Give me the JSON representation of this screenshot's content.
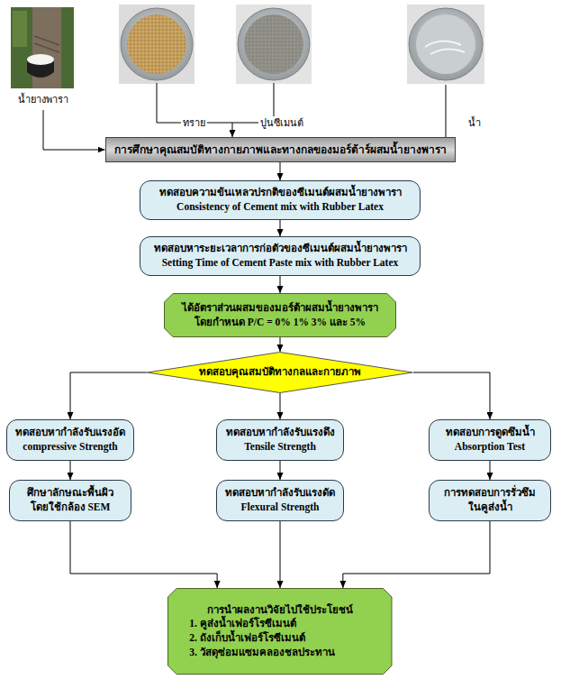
{
  "diagram": {
    "nodes": [
      {
        "text": [
          "การศึกษาคุณสมบัติทางกายภาพและทางกลของมอร์ต้าร์ผสมน้ำยางพารา"
        ]
      },
      {
        "text": [
          "ทดสอบความข้นเหลวปรกติของซีเมนต์ผสมน้ำยางพารา",
          "Consistency of Cement mix with Rubber Latex"
        ]
      },
      {
        "text": [
          "ทดสอบหาระยะเวลาการก่อตัวของซีเมนต์ผสมน้ำยางพารา",
          "Setting Time of Cement Paste mix with Rubber Latex"
        ]
      },
      {
        "text": [
          "ได้อัตราส่วนผสมของมอร์ต้าผสมน้ำยางพารา",
          "โดยกำหนด P/C = 0% 1% 3% และ 5%"
        ]
      },
      {
        "text": [
          "ทดสอบคุณสมบัติทางกลและกายภาพ"
        ]
      },
      {
        "text": [
          "ทดสอบหากำลังรับแรงอัด",
          "compressive Strength"
        ]
      },
      {
        "text": [
          "ทดสอบหากำลังรับแรงดึง",
          "Tensile Strength"
        ]
      },
      {
        "text": [
          "ทดสอบการดูดซึมน้ำ",
          "Absorption Test"
        ]
      },
      {
        "text": [
          "ศึกษาลักษณะพื้นผิว",
          "โดยใช้กล้อง SEM"
        ]
      },
      {
        "text": [
          "ทดสอบหากำลังรับแรงดัด",
          "Flexural Strength"
        ]
      },
      {
        "text": [
          "การทดสอบการรั่วซึม",
          "ในคูส่งน้ำ"
        ]
      },
      {
        "text": [
          "การนำผลงานวิจัยไปใช้ประโยชน์",
          "1. คูส่งน้ำเฟอร์โรซีเมนต์",
          "2. ถังเก็บน้ำเฟอร์โรซีเมนต์",
          "3. วัสดุซ่อมแซมคลองชลประทาน"
        ]
      }
    ],
    "edges": [
      {
        "from": 0,
        "to": 1,
        "arrow": "to"
      },
      {
        "from": 1,
        "to": 2,
        "arrow": "to"
      },
      {
        "from": 2,
        "to": 3,
        "arrow": "to"
      },
      {
        "from": 3,
        "to": 4,
        "arrow": "to"
      },
      {
        "from": 4,
        "to": 5,
        "arrow": "to"
      },
      {
        "from": 4,
        "to": 6,
        "arrow": "to"
      },
      {
        "from": 4,
        "to": 7,
        "arrow": "to"
      },
      {
        "from": 5,
        "to": 8,
        "arrow": "to"
      },
      {
        "from": 6,
        "to": 9,
        "arrow": "to"
      },
      {
        "from": 7,
        "to": 10,
        "arrow": "to"
      },
      {
        "from": 8,
        "to": 11,
        "arrow": "to"
      },
      {
        "from": 9,
        "to": 11,
        "arrow": "to"
      },
      {
        "from": 10,
        "to": 11,
        "arrow": "to"
      }
    ],
    "labels": [
      "น้ำยางพารา",
      "ทราย",
      "ปูนซีเมนต์",
      "น้ำ"
    ]
  }
}
